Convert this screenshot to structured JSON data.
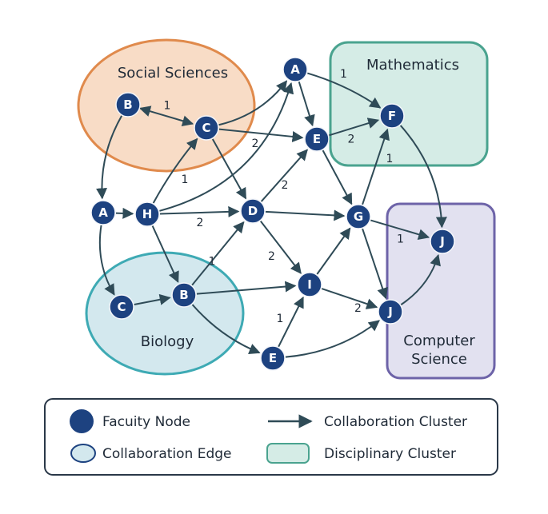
{
  "colors": {
    "node": "#1d4280",
    "node_stroke": "#f4f6fa",
    "edge": "#2f4b57",
    "social_fill": "#f8dcc6",
    "social_stroke": "#e08a4c",
    "math_fill": "#d5ece6",
    "math_stroke": "#4aa38f",
    "bio_fill": "#d3e8ee",
    "bio_stroke": "#3eaab4",
    "cs_fill": "#e2e1f0",
    "cs_stroke": "#6d63a8",
    "legend_border": "#2a3848"
  },
  "clusters": {
    "social": {
      "label": "Social Sciences"
    },
    "math": {
      "label": "Mathematics"
    },
    "bio": {
      "label": "Biology"
    },
    "cs": {
      "label_line1": "Computer",
      "label_line2": "Science"
    }
  },
  "nodes": [
    {
      "id": "ss_B",
      "label": "B"
    },
    {
      "id": "ss_C",
      "label": "C"
    },
    {
      "id": "top_A",
      "label": "A"
    },
    {
      "id": "m_F",
      "label": "F"
    },
    {
      "id": "mid_E",
      "label": "E"
    },
    {
      "id": "left_A",
      "label": "A"
    },
    {
      "id": "H",
      "label": "H"
    },
    {
      "id": "D",
      "label": "D"
    },
    {
      "id": "G",
      "label": "G"
    },
    {
      "id": "cs_J1",
      "label": "J"
    },
    {
      "id": "bio_C",
      "label": "C"
    },
    {
      "id": "bio_B",
      "label": "B"
    },
    {
      "id": "I",
      "label": "I"
    },
    {
      "id": "cs_J2",
      "label": "J"
    },
    {
      "id": "low_E",
      "label": "E"
    }
  ],
  "edges": [
    {
      "from": "ss_B",
      "to": "ss_C",
      "label": "1",
      "both": true
    },
    {
      "from": "ss_C",
      "to": "top_A",
      "label": ""
    },
    {
      "from": "ss_C",
      "to": "mid_E",
      "label": "2"
    },
    {
      "from": "ss_C",
      "to": "D",
      "label": ""
    },
    {
      "from": "top_A",
      "to": "mid_E",
      "label": ""
    },
    {
      "from": "top_A",
      "to": "m_F",
      "label": "1"
    },
    {
      "from": "mid_E",
      "to": "m_F",
      "label": "2"
    },
    {
      "from": "mid_E",
      "to": "G",
      "label": ""
    },
    {
      "from": "m_F",
      "to": "cs_J1",
      "label": ""
    },
    {
      "from": "G",
      "to": "m_F",
      "label": "1"
    },
    {
      "from": "ss_B",
      "to": "left_A",
      "label": ""
    },
    {
      "from": "left_A",
      "to": "H",
      "label": ""
    },
    {
      "from": "left_A",
      "to": "bio_C",
      "label": ""
    },
    {
      "from": "H",
      "to": "top_A",
      "label": ""
    },
    {
      "from": "H",
      "to": "ss_C",
      "label": "1"
    },
    {
      "from": "H",
      "to": "D",
      "label": "2"
    },
    {
      "from": "H",
      "to": "bio_B",
      "label": ""
    },
    {
      "from": "D",
      "to": "mid_E",
      "label": "2"
    },
    {
      "from": "D",
      "to": "G",
      "label": ""
    },
    {
      "from": "D",
      "to": "I",
      "label": "2"
    },
    {
      "from": "G",
      "to": "cs_J1",
      "label": "1"
    },
    {
      "from": "G",
      "to": "cs_J2",
      "label": ""
    },
    {
      "from": "I",
      "to": "G",
      "label": ""
    },
    {
      "from": "I",
      "to": "cs_J2",
      "label": "2"
    },
    {
      "from": "bio_C",
      "to": "bio_B",
      "label": ""
    },
    {
      "from": "bio_B",
      "to": "D",
      "label": "1"
    },
    {
      "from": "bio_B",
      "to": "I",
      "label": ""
    },
    {
      "from": "bio_B",
      "to": "low_E",
      "label": ""
    },
    {
      "from": "low_E",
      "to": "I",
      "label": "1"
    },
    {
      "from": "low_E",
      "to": "cs_J2",
      "label": ""
    },
    {
      "from": "cs_J2",
      "to": "cs_J1",
      "label": ""
    }
  ],
  "legend": {
    "faculty_node": "Facuity Node",
    "collaboration_edge": "Collaboration Edge",
    "collaboration_cluster": "Collaboration Cluster",
    "disciplinary_cluster": "Disciplinary Cluster"
  }
}
